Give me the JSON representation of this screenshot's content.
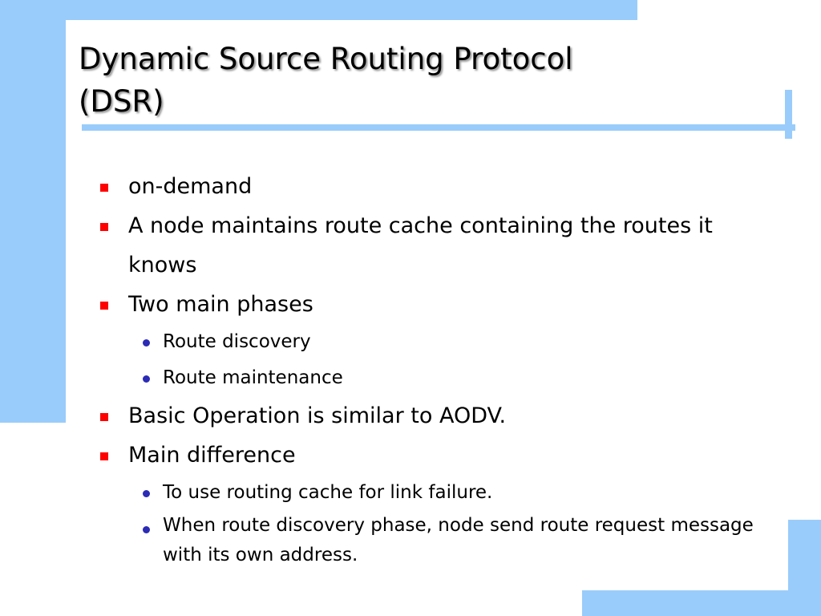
{
  "slide": {
    "title": "Dynamic Source Routing Protocol\n(DSR)",
    "colors": {
      "accent": "#99ccfb",
      "bullet_level1": "#ff0000",
      "bullet_level2": "#2b2bb5",
      "text": "#000000",
      "background": "#ffffff"
    },
    "decorations": [
      {
        "name": "top-left-corner-band",
        "icon": "blue-corner-band"
      },
      {
        "name": "bottom-right-corner-band",
        "icon": "blue-corner-band"
      },
      {
        "name": "title-underline-rule",
        "icon": "horizontal-rule"
      },
      {
        "name": "title-rule-end-tick",
        "icon": "cross-tick"
      }
    ],
    "bullets": [
      {
        "level": 1,
        "text": "on-demand",
        "bullet": "red-square"
      },
      {
        "level": 1,
        "text": "A node maintains route cache containing the routes it knows",
        "bullet": "red-square"
      },
      {
        "level": 1,
        "text": "Two main phases",
        "bullet": "red-square"
      },
      {
        "level": 2,
        "text": "Route discovery",
        "bullet": "blue-disc"
      },
      {
        "level": 2,
        "text": "Route maintenance",
        "bullet": "blue-disc"
      },
      {
        "level": 1,
        "text": "Basic Operation is similar to AODV.",
        "bullet": "red-square"
      },
      {
        "level": 1,
        "text": "Main difference",
        "bullet": "red-square"
      },
      {
        "level": 2,
        "text": "To use routing cache for link failure.",
        "bullet": "blue-disc"
      },
      {
        "level": 2,
        "text": "When route discovery phase, node send route request message with its own address.",
        "bullet": "blue-disc"
      }
    ]
  }
}
